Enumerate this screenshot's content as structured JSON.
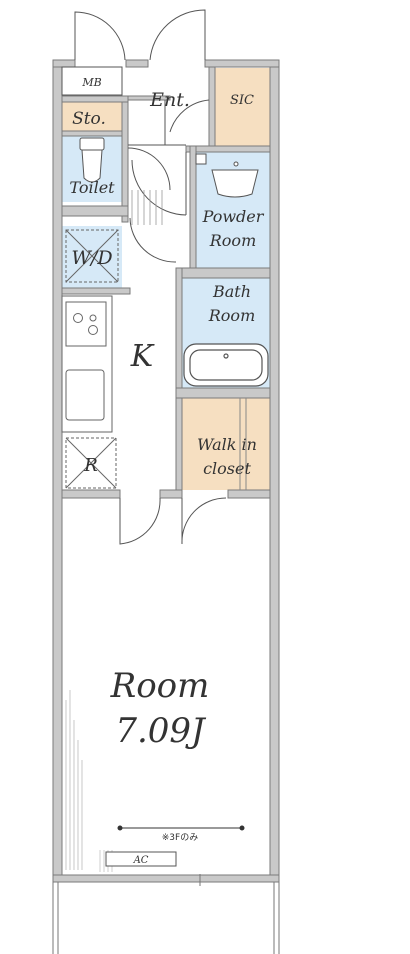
{
  "labels": {
    "mb": "MB",
    "entrance": "Ent.",
    "sic": "SIC",
    "storage": "Sto.",
    "toilet": "Toilet",
    "powder_room_1": "Powder",
    "powder_room_2": "Room",
    "wd": "W/D",
    "bath_1": "Bath",
    "bath_2": "Room",
    "kitchen": "K",
    "fridge": "R",
    "walkin_1": "Walk in",
    "walkin_2": "closet",
    "room_1": "Room",
    "room_2": "7.09J",
    "note": "※3Fのみ",
    "ac": "AC"
  },
  "colors": {
    "tan": "#f6dfc1",
    "blue": "#d6e9f7",
    "wall": "#c9c9c9",
    "line": "#555555"
  }
}
